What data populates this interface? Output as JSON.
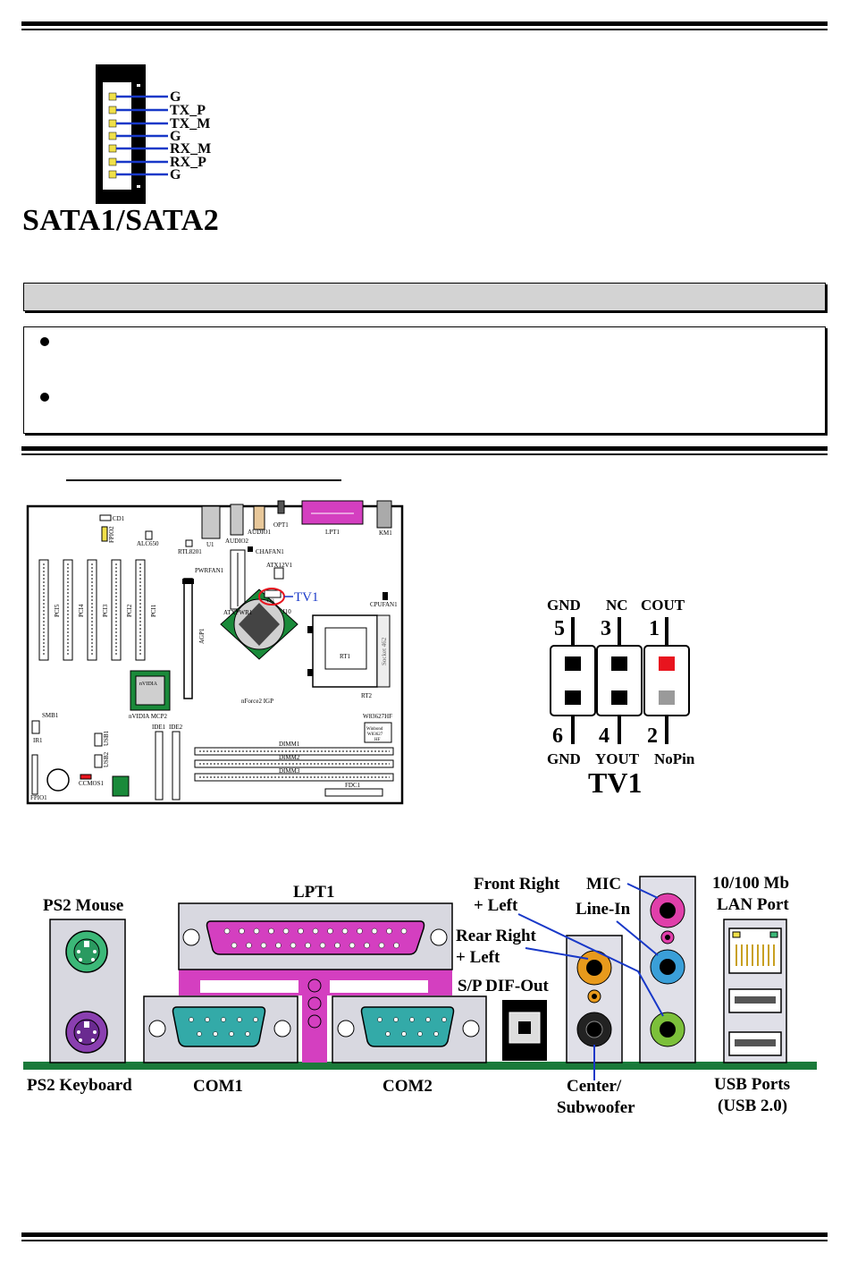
{
  "sata": {
    "title": "SATA1/SATA2",
    "pins": [
      "G",
      "TX_P",
      "TX_M",
      "G",
      "RX_M",
      "RX_P",
      "G"
    ]
  },
  "board": {
    "labels": {
      "cd1": "CD1",
      "fpio2": "FPIO2",
      "alc650": "ALC650",
      "rtl8201": "RTL8201",
      "u1": "U1",
      "audio1": "AUDIO1",
      "audio2": "AUDIO2",
      "opt1": "OPT1",
      "lpt1": "LPT1",
      "km1": "KM1",
      "chafan1": "CHAFAN1",
      "pwrfan1": "PWRFAN1",
      "atx12v1": "ATX12V1",
      "tv1": "TV1",
      "tv1_small": "TV1",
      "j10": "J10",
      "atxpwr1": "ATXPWR1",
      "cpufan1": "CPUFAN1",
      "pci5": "PCI5",
      "pci4": "PCI4",
      "pci3": "PCI3",
      "pci2": "PCI2",
      "pci1": "PCI1",
      "agp1": "AGP1",
      "nforce2": "nForce2 IGP",
      "socket": "Socket 462",
      "rt1": "RT1",
      "rt2": "RT2",
      "mcp2": "nVIDIA MCP2",
      "nvidia": "nVIDIA",
      "smb1": "SMB1",
      "ir1": "IR1",
      "usb1": "USB1",
      "usb2": "USB2",
      "ccmos1": "CCMOS1",
      "fpio1": "FPIO1",
      "ide1": "IDE1",
      "ide2": "IDE2",
      "dimm1": "DIMM1",
      "dimm2": "DIMM2",
      "dimm3": "DIMM3",
      "fdc1": "FDC1",
      "w83627hf": "W83627HF",
      "winbond": "Winbond",
      "winbond_chip": "W83627",
      "winbond_sub": "HF"
    }
  },
  "tv1": {
    "top_labels": [
      "GND",
      "NC",
      "COUT"
    ],
    "top_numbers": [
      "5",
      "3",
      "1"
    ],
    "bottom_numbers": [
      "6",
      "4",
      "2"
    ],
    "bottom_labels": [
      "GND",
      "YOUT",
      "NoPin"
    ],
    "title": "TV1",
    "colors": {
      "pin1": "#e8141e",
      "pin2": "#9a9a9a",
      "pin": "#000000"
    }
  },
  "io_panel": {
    "ps2_mouse": "PS2 Mouse",
    "ps2_keyboard": "PS2 Keyboard",
    "lpt1": "LPT1",
    "com1": "COM1",
    "com2": "COM2",
    "front_right": "Front Right",
    "front_left": "+ Left",
    "mic": "MIC",
    "line_in": "Line-In",
    "rear_right": "Rear Right",
    "rear_left": "+ Left",
    "spdif": "S/P DIF-Out",
    "center": "Center/",
    "subwoofer": "Subwoofer",
    "lan1": "10/100 Mb",
    "lan2": "LAN Port",
    "usb1": "USB Ports",
    "usb2": "(USB 2.0)",
    "colors": {
      "mouse": "#3cb878",
      "keyboard": "#8a3fb0",
      "lpt": "#d43fc0",
      "com": "#33aaa8",
      "orange": "#e89a1c",
      "pink": "#e03faa",
      "blue": "#3a9fd8",
      "green": "#7cc03a",
      "baseline": "#1a7a3a",
      "lead": "#1838c8"
    }
  }
}
